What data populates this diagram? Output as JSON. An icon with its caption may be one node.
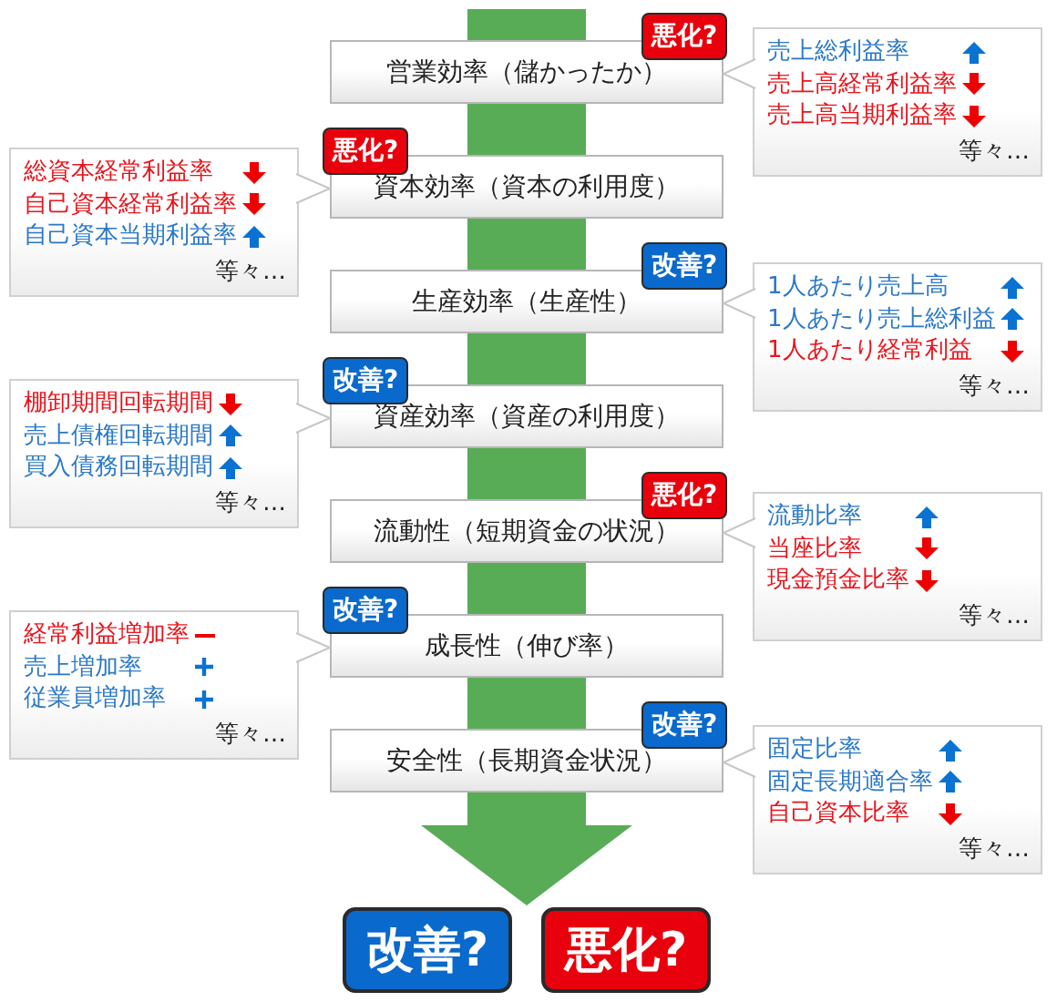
{
  "diagram": {
    "nodes": [
      {
        "text": [
          "営業効率（儲かったか）"
        ]
      },
      {
        "text": [
          "悪化?"
        ]
      },
      {
        "text": [
          "売上総利益率",
          "売上高経常利益率",
          "売上高当期利益率",
          "等々…"
        ]
      },
      {
        "text": [
          "資本効率（資本の利用度）"
        ]
      },
      {
        "text": [
          "悪化?"
        ]
      },
      {
        "text": [
          "総資本経常利益率",
          "自己資本経常利益率",
          "自己資本当期利益率",
          "等々…"
        ]
      },
      {
        "text": [
          "生産効率（生産性）"
        ]
      },
      {
        "text": [
          "改善?"
        ]
      },
      {
        "text": [
          "1人あたり売上高",
          "1人あたり売上総利益",
          "1人あたり経常利益",
          "等々…"
        ]
      },
      {
        "text": [
          "資産効率（資産の利用度）"
        ]
      },
      {
        "text": [
          "改善?"
        ]
      },
      {
        "text": [
          "棚卸期間回転期間",
          "売上債権回転期間",
          "買入債務回転期間",
          "等々…"
        ]
      },
      {
        "text": [
          "流動性（短期資金の状況）"
        ]
      },
      {
        "text": [
          "悪化?"
        ]
      },
      {
        "text": [
          "流動比率",
          "当座比率",
          "現金預金比率",
          "等々…"
        ]
      },
      {
        "text": [
          "成長性（伸び率）"
        ]
      },
      {
        "text": [
          "改善?"
        ]
      },
      {
        "text": [
          "経常利益増加率",
          "売上増加率",
          "従業員増加率",
          "等々…"
        ]
      },
      {
        "text": [
          "安全性（長期資金状況）"
        ]
      },
      {
        "text": [
          "改善?"
        ]
      },
      {
        "text": [
          "固定比率",
          "固定長期適合率",
          "自己資本比率",
          "等々…"
        ]
      },
      {
        "text": [
          "改善?"
        ]
      },
      {
        "text": [
          "悪化?"
        ]
      }
    ],
    "edges": [
      {
        "from": null,
        "to": 0,
        "arrow": "none",
        "style": "thick",
        "color": "#58ac56"
      },
      {
        "from": 0,
        "to": 3,
        "arrow": "none",
        "style": "thick",
        "color": "#58ac56"
      },
      {
        "from": 3,
        "to": 6,
        "arrow": "none",
        "style": "thick",
        "color": "#58ac56"
      },
      {
        "from": 6,
        "to": 9,
        "arrow": "none",
        "style": "thick",
        "color": "#58ac56"
      },
      {
        "from": 9,
        "to": 12,
        "arrow": "none",
        "style": "thick",
        "color": "#58ac56"
      },
      {
        "from": 12,
        "to": 15,
        "arrow": "none",
        "style": "thick",
        "color": "#58ac56"
      },
      {
        "from": 15,
        "to": 18,
        "arrow": "none",
        "style": "thick",
        "color": "#58ac56"
      },
      {
        "from": 18,
        "to": 21,
        "arrow": "to",
        "style": "thick",
        "color": "#58ac56"
      },
      {
        "from": 18,
        "to": 22,
        "arrow": "to",
        "style": "thick",
        "color": "#58ac56"
      },
      {
        "from": 2,
        "to": 0,
        "arrow": "to"
      },
      {
        "from": 5,
        "to": 3,
        "arrow": "to"
      },
      {
        "from": 8,
        "to": 6,
        "arrow": "to"
      },
      {
        "from": 11,
        "to": 9,
        "arrow": "to"
      },
      {
        "from": 14,
        "to": 12,
        "arrow": "to"
      },
      {
        "from": 17,
        "to": 15,
        "arrow": "to"
      },
      {
        "from": 20,
        "to": 18,
        "arrow": "to"
      }
    ]
  }
}
